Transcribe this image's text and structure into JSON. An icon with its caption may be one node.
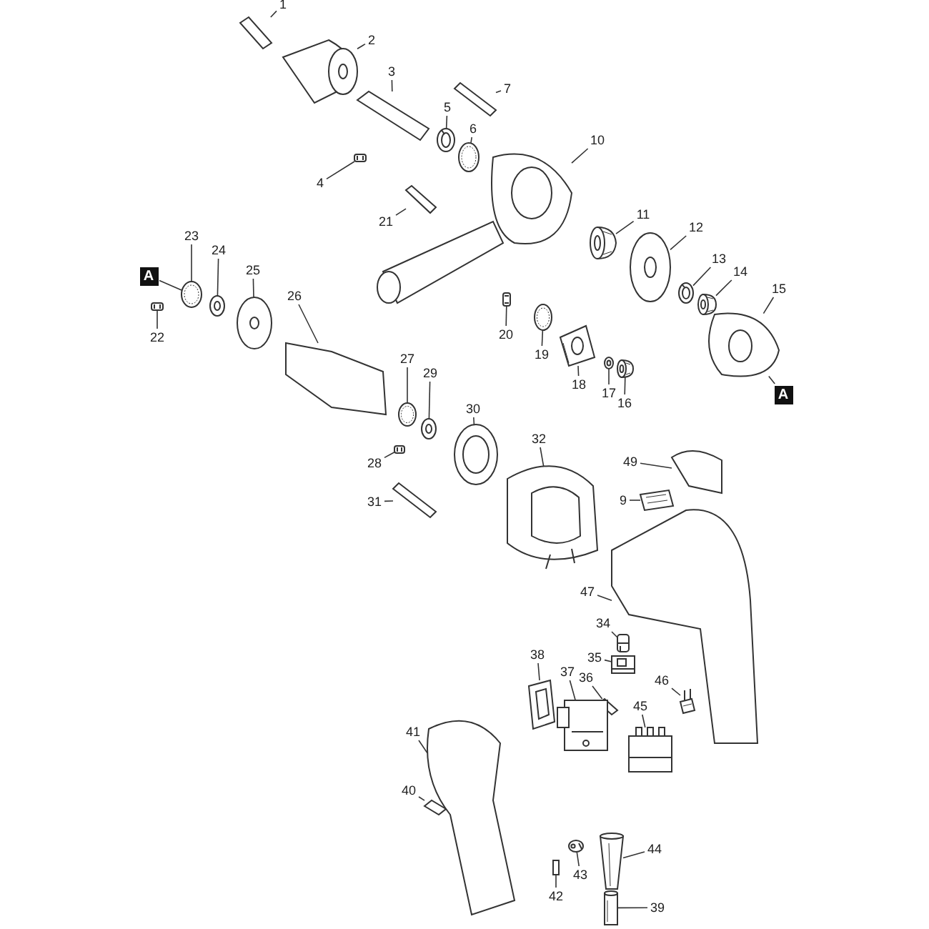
{
  "diagram": {
    "nodes": [
      {
        "text": [
          "1"
        ]
      },
      {
        "text": [
          "2"
        ]
      },
      {
        "text": [
          "3"
        ]
      },
      {
        "text": [
          "4"
        ]
      },
      {
        "text": [
          "5"
        ]
      },
      {
        "text": [
          "6"
        ]
      },
      {
        "text": [
          "7"
        ]
      },
      {
        "text": [
          "9"
        ]
      },
      {
        "text": [
          "10"
        ]
      },
      {
        "text": [
          "11"
        ]
      },
      {
        "text": [
          "12"
        ]
      },
      {
        "text": [
          "13"
        ]
      },
      {
        "text": [
          "14"
        ]
      },
      {
        "text": [
          "15"
        ]
      },
      {
        "text": [
          "16"
        ]
      },
      {
        "text": [
          "17"
        ]
      },
      {
        "text": [
          "18"
        ]
      },
      {
        "text": [
          "19"
        ]
      },
      {
        "text": [
          "20"
        ]
      },
      {
        "text": [
          "21"
        ]
      },
      {
        "text": [
          "22"
        ]
      },
      {
        "text": [
          "23"
        ]
      },
      {
        "text": [
          "24"
        ]
      },
      {
        "text": [
          "25"
        ]
      },
      {
        "text": [
          "26"
        ]
      },
      {
        "text": [
          "27"
        ]
      },
      {
        "text": [
          "28"
        ]
      },
      {
        "text": [
          "29"
        ]
      },
      {
        "text": [
          "30"
        ]
      },
      {
        "text": [
          "31"
        ]
      },
      {
        "text": [
          "32"
        ]
      },
      {
        "text": [
          "34"
        ]
      },
      {
        "text": [
          "35"
        ]
      },
      {
        "text": [
          "36"
        ]
      },
      {
        "text": [
          "37"
        ]
      },
      {
        "text": [
          "38"
        ]
      },
      {
        "text": [
          "39"
        ]
      },
      {
        "text": [
          "40"
        ]
      },
      {
        "text": [
          "41"
        ]
      },
      {
        "text": [
          "42"
        ]
      },
      {
        "text": [
          "43"
        ]
      },
      {
        "text": [
          "44"
        ]
      },
      {
        "text": [
          "45"
        ]
      },
      {
        "text": [
          "46"
        ]
      },
      {
        "text": [
          "47"
        ]
      },
      {
        "text": [
          "49"
        ]
      },
      {
        "text": [
          "A"
        ]
      },
      {
        "text": [
          "A"
        ]
      },
      {
        "text": [],
        "shape": "picture"
      },
      {
        "text": [],
        "shape": "picture"
      },
      {
        "text": [],
        "shape": "picture"
      },
      {
        "text": [],
        "shape": "picture"
      },
      {
        "text": [],
        "shape": "picture"
      },
      {
        "text": [],
        "shape": "picture"
      },
      {
        "text": [],
        "shape": "picture"
      },
      {
        "text": [],
        "shape": "picture"
      },
      {
        "text": [],
        "shape": "picture"
      },
      {
        "text": [],
        "shape": "picture"
      },
      {
        "text": [],
        "shape": "picture"
      },
      {
        "text": [],
        "shape": "picture"
      },
      {
        "text": [],
        "shape": "picture"
      },
      {
        "text": [],
        "shape": "picture"
      },
      {
        "text": [],
        "shape": "picture"
      },
      {
        "text": [],
        "shape": "picture"
      },
      {
        "text": [],
        "shape": "picture"
      },
      {
        "text": [],
        "shape": "picture"
      },
      {
        "text": [],
        "shape": "picture"
      },
      {
        "text": [],
        "shape": "picture"
      },
      {
        "text": [],
        "shape": "picture"
      },
      {
        "text": [],
        "shape": "picture"
      },
      {
        "text": [],
        "shape": "picture"
      },
      {
        "text": [],
        "shape": "picture"
      },
      {
        "text": [],
        "shape": "picture"
      },
      {
        "text": [],
        "shape": "picture"
      },
      {
        "text": [],
        "shape": "picture"
      },
      {
        "text": [],
        "shape": "picture"
      },
      {
        "text": [],
        "shape": "picture"
      },
      {
        "text": [],
        "shape": "picture"
      },
      {
        "text": [],
        "shape": "picture"
      },
      {
        "text": [],
        "shape": "picture"
      },
      {
        "text": [],
        "shape": "picture"
      },
      {
        "text": [],
        "shape": "picture"
      },
      {
        "text": [],
        "shape": "picture"
      },
      {
        "text": [],
        "shape": "picture"
      },
      {
        "text": [],
        "shape": "picture"
      },
      {
        "text": [],
        "shape": "picture"
      },
      {
        "text": [],
        "shape": "picture"
      },
      {
        "text": [],
        "shape": "picture"
      },
      {
        "text": [],
        "shape": "picture"
      },
      {
        "text": [],
        "shape": "picture"
      },
      {
        "text": [],
        "shape": "picture"
      },
      {
        "text": [],
        "shape": "picture"
      },
      {
        "text": [],
        "shape": "picture"
      },
      {
        "text": [],
        "shape": "picture"
      }
    ],
    "edges": [
      {
        "from": 0,
        "to": 48,
        "arrow": "none"
      },
      {
        "from": 1,
        "to": 49,
        "arrow": "none"
      },
      {
        "from": 2,
        "to": 50,
        "arrow": "none"
      },
      {
        "from": 3,
        "to": 51,
        "arrow": "none"
      },
      {
        "from": 4,
        "to": 52,
        "arrow": "none"
      },
      {
        "from": 5,
        "to": 53,
        "arrow": "none"
      },
      {
        "from": 6,
        "to": 54,
        "arrow": "none"
      },
      {
        "from": 7,
        "to": 55,
        "arrow": "none"
      },
      {
        "from": 8,
        "to": 56,
        "arrow": "none"
      },
      {
        "from": 9,
        "to": 57,
        "arrow": "none"
      },
      {
        "from": 10,
        "to": 58,
        "arrow": "none"
      },
      {
        "from": 11,
        "to": 59,
        "arrow": "none"
      },
      {
        "from": 12,
        "to": 60,
        "arrow": "none"
      },
      {
        "from": 13,
        "to": 61,
        "arrow": "none"
      },
      {
        "from": 14,
        "to": 62,
        "arrow": "none"
      },
      {
        "from": 15,
        "to": 63,
        "arrow": "none"
      },
      {
        "from": 16,
        "to": 64,
        "arrow": "none"
      },
      {
        "from": 17,
        "to": 65,
        "arrow": "none"
      },
      {
        "from": 18,
        "to": 66,
        "arrow": "none"
      },
      {
        "from": 19,
        "to": 67,
        "arrow": "none"
      },
      {
        "from": 20,
        "to": 68,
        "arrow": "none"
      },
      {
        "from": 21,
        "to": 69,
        "arrow": "none"
      },
      {
        "from": 22,
        "to": 70,
        "arrow": "none"
      },
      {
        "from": 23,
        "to": 71,
        "arrow": "none"
      },
      {
        "from": 24,
        "to": 72,
        "arrow": "none"
      },
      {
        "from": 25,
        "to": 73,
        "arrow": "none"
      },
      {
        "from": 26,
        "to": 74,
        "arrow": "none"
      },
      {
        "from": 27,
        "to": 75,
        "arrow": "none"
      },
      {
        "from": 28,
        "to": 76,
        "arrow": "none"
      },
      {
        "from": 29,
        "to": 77,
        "arrow": "none"
      },
      {
        "from": 30,
        "to": 78,
        "arrow": "none"
      },
      {
        "from": 31,
        "to": 79,
        "arrow": "none"
      },
      {
        "from": 32,
        "to": 80,
        "arrow": "none"
      },
      {
        "from": 33,
        "to": 81,
        "arrow": "none"
      },
      {
        "from": 34,
        "to": 82,
        "arrow": "none"
      },
      {
        "from": 35,
        "to": 83,
        "arrow": "none"
      },
      {
        "from": 36,
        "to": 84,
        "arrow": "none"
      },
      {
        "from": 37,
        "to": 85,
        "arrow": "none"
      },
      {
        "from": 38,
        "to": 86,
        "arrow": "none"
      },
      {
        "from": 39,
        "to": 87,
        "arrow": "none"
      },
      {
        "from": 40,
        "to": 88,
        "arrow": "none"
      },
      {
        "from": 41,
        "to": 89,
        "arrow": "none"
      },
      {
        "from": 42,
        "to": 90,
        "arrow": "none"
      },
      {
        "from": 43,
        "to": 91,
        "arrow": "none"
      },
      {
        "from": 44,
        "to": 92,
        "arrow": "none"
      },
      {
        "from": 45,
        "to": 93,
        "arrow": "none"
      },
      {
        "from": 46,
        "to": 69,
        "arrow": "none"
      },
      {
        "from": 47,
        "to": 61,
        "arrow": "none"
      }
    ]
  }
}
